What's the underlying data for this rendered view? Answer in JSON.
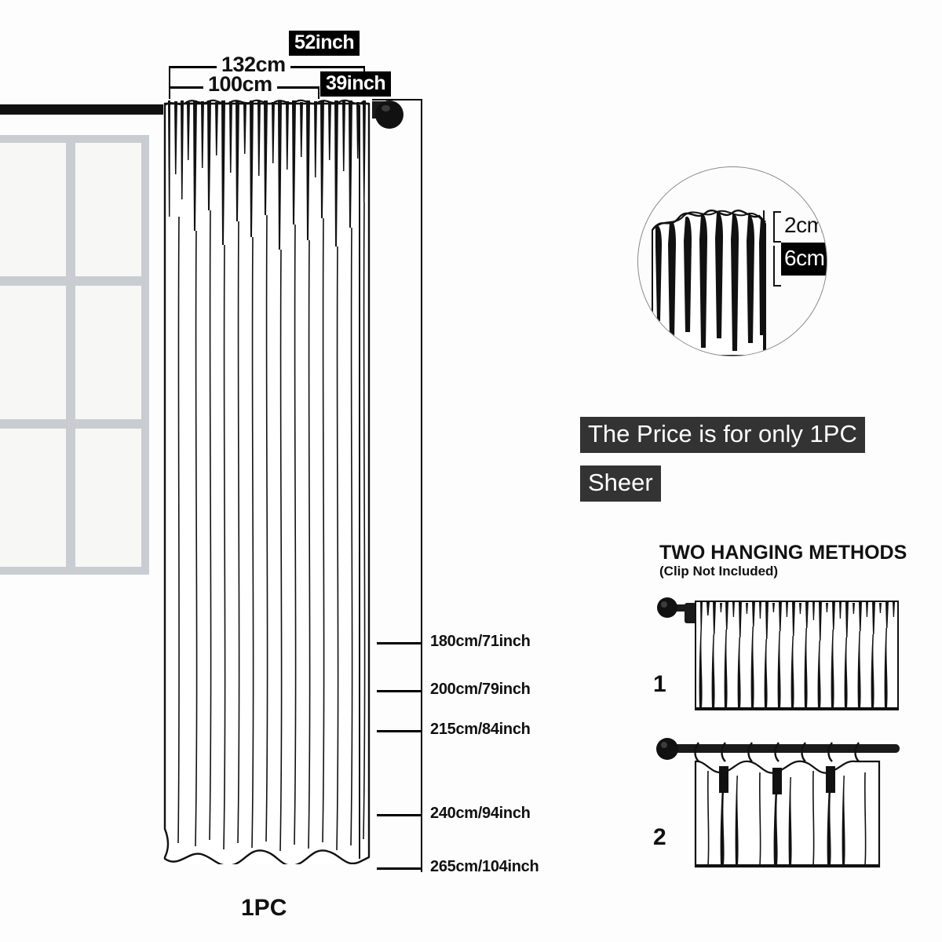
{
  "product": {
    "type": "curtain-size-chart",
    "quantity_label": "1PC"
  },
  "width_dimensions": {
    "outer_cm": "132cm",
    "outer_inch": "52inch",
    "inner_cm": "100cm",
    "inner_inch": "39inch"
  },
  "length_scale": {
    "ticks": [
      {
        "label": "180cm/71inch"
      },
      {
        "label": "200cm/79inch"
      },
      {
        "label": "215cm/84inch"
      },
      {
        "label": "240cm/94inch"
      },
      {
        "label": "265cm/104inch"
      }
    ]
  },
  "detail_inset": {
    "pocket_top": "2cm",
    "pocket_height": "6cm"
  },
  "notices": {
    "price_note": "The Price is for only 1PC",
    "fabric": "Sheer"
  },
  "hanging_methods": {
    "title": "TWO HANGING METHODS",
    "subtitle": "(Clip Not Included)",
    "methods": [
      {
        "number": "1"
      },
      {
        "number": "2"
      }
    ]
  },
  "colors": {
    "ink": "#111111",
    "badge_bg": "#000000",
    "badge_fg": "#ffffff",
    "notice_bg": "#333333",
    "notice_fg": "#ffffff",
    "window_frame": "#c9cdd1",
    "window_pane": "#f7f7f6",
    "page_bg": "#fdfdfd"
  }
}
